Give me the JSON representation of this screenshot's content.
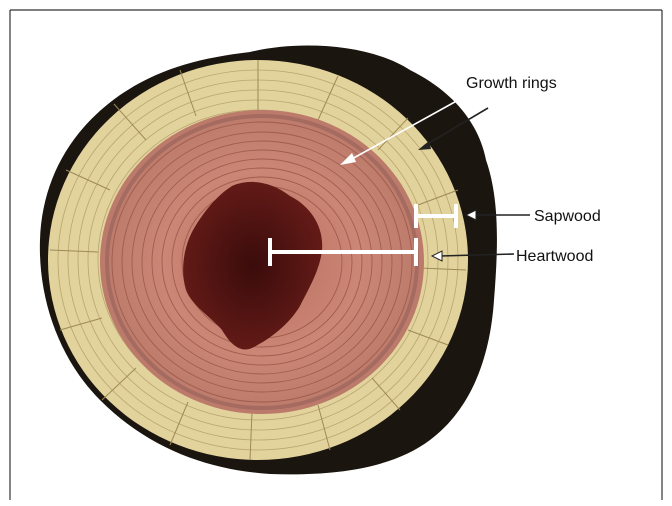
{
  "labels": {
    "growth_rings": "Growth rings",
    "sapwood": "Sapwood",
    "heartwood": "Heartwood"
  },
  "colors": {
    "bark": "#1b1510",
    "sapwood": "#e2d29c",
    "heartwood_ring": "#c97e6c",
    "pith": "#5a1714",
    "frame": "#333333"
  }
}
